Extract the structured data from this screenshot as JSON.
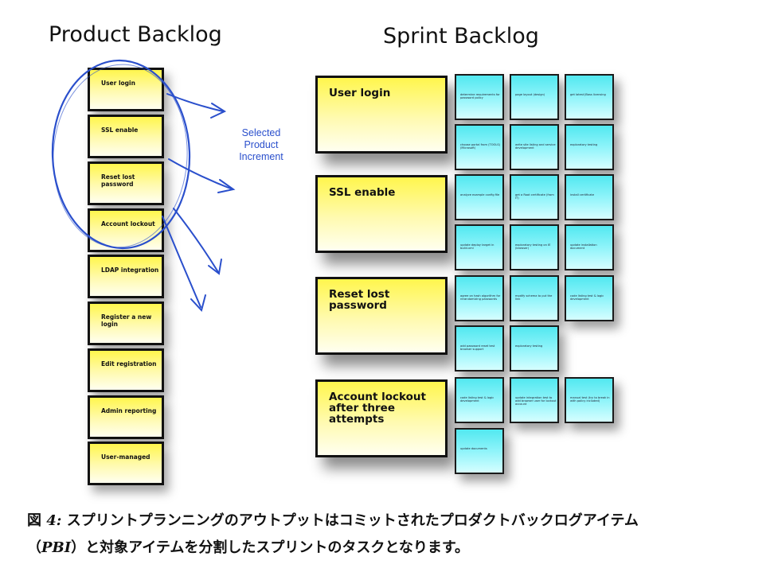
{
  "headings": {
    "product_backlog": "Product Backlog",
    "sprint_backlog": "Sprint Backlog"
  },
  "product_backlog_items": [
    "User login",
    "SSL enable",
    "Reset lost password",
    "Account lockout",
    "LDAP integration",
    "Register a new login",
    "Edit registration",
    "Admin reporting",
    "User-managed"
  ],
  "selected_note": [
    "Selected",
    "Product",
    "Increment"
  ],
  "sprint_items": [
    {
      "title": "User login",
      "tasks": [
        "determine requirements for password policy",
        "page layout (design)",
        "get latest JBoss licensing",
        "choose portal from  (TOOLS) (Microsoft)",
        "write site listing and service development",
        "exploratory testing"
      ]
    },
    {
      "title": "SSL enable",
      "tasks": [
        "analyze example config file",
        "get a Root certificate (from IT)",
        "install certificate",
        "update deploy target in build.xml",
        "exploratory testing on IE (browser)",
        "update installation document"
      ]
    },
    {
      "title": "Reset lost password",
      "tasks": [
        "agree on hash algorithm for rerandomizing passwords",
        "modify schema to put the link",
        "code listing test & logic development",
        "add password reset test browser support",
        "exploratory testing"
      ]
    },
    {
      "title": "Account lockout after three attempts",
      "tasks": [
        "code listing test & logic development",
        "update integration test to add browser user for lockout account",
        "manual test (try to break in with policy included)",
        "update documents"
      ]
    }
  ],
  "caption": {
    "fig_label": "図",
    "fig_number": "4:",
    "line1": "スプリントプランニングのアウトプットはコミットされたプロダクトバックログアイテム",
    "line2_open": "（",
    "line2_abbr": "PBI",
    "line2_rest": "）と対象アイテムを分割したスプリントのタスクとなります。"
  },
  "colors": {
    "postit_yellow": "#fff64d",
    "task_cyan": "#52e8f0",
    "annotation_blue": "#2a4fcc"
  }
}
